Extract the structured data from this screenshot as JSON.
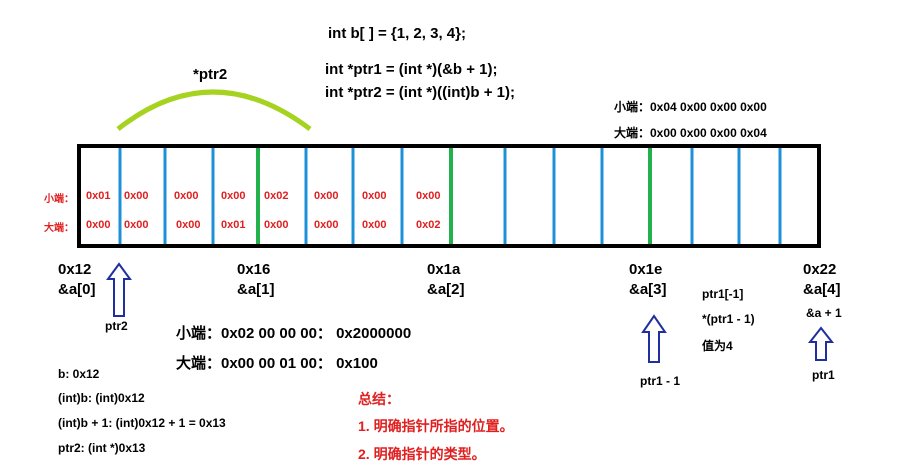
{
  "code": {
    "line_b": "int b[ ] = {1, 2, 3, 4};",
    "line_ptr1": "int *ptr1 = (int *)(&b + 1);",
    "line_ptr2": "int *ptr2 = (int *)((int)b + 1);"
  },
  "arc_label": "*ptr2",
  "endianness": {
    "little_label": "小端：",
    "big_label": "大端：",
    "little_bytes": [
      "0x01",
      "0x00",
      "0x00",
      "0x00",
      "0x02",
      "0x00",
      "0x00",
      "0x00"
    ],
    "big_bytes": [
      "0x00",
      "0x00",
      "0x00",
      "0x01",
      "0x00",
      "0x00",
      "0x00",
      "0x02"
    ]
  },
  "top_right": {
    "little": "小端：0x04   0x00   0x00   0x00",
    "big": "大端：0x00   0x00   0x00   0x04"
  },
  "addresses": [
    {
      "addr": "0x12",
      "elem": "&a[0]"
    },
    {
      "addr": "0x16",
      "elem": "&a[1]"
    },
    {
      "addr": "0x1a",
      "elem": "&a[2]"
    },
    {
      "addr": "0x1e",
      "elem": "&a[3]"
    },
    {
      "addr": "0x22",
      "elem": "&a[4]"
    }
  ],
  "pointers": {
    "ptr2": "ptr2",
    "ptr1_minus_1": "ptr1 - 1",
    "ptr1": "ptr1",
    "a_plus_1": "&a + 1",
    "note_1": "ptr1[-1]",
    "note_2": "*(ptr1 - 1)",
    "note_3": "值为4"
  },
  "result": {
    "little": "小端：0x02 00 00 00：  0x2000000",
    "big": "大端：0x00 00 01 00：   0x100"
  },
  "steps": [
    "b: 0x12",
    "(int)b: (int)0x12",
    "(int)b + 1: (int)0x12 + 1 = 0x13",
    "ptr2: (int *)0x13"
  ],
  "summary": {
    "title": "总结：",
    "item1": "1. 明确指针所指的位置。",
    "item2": "2. 明确指针的类型。"
  },
  "colors": {
    "arc": "#a6d320",
    "divider_blue": "#1e90d8",
    "divider_green": "#22b14c",
    "arrow": "#1f2f9e",
    "red": "#e02020"
  }
}
